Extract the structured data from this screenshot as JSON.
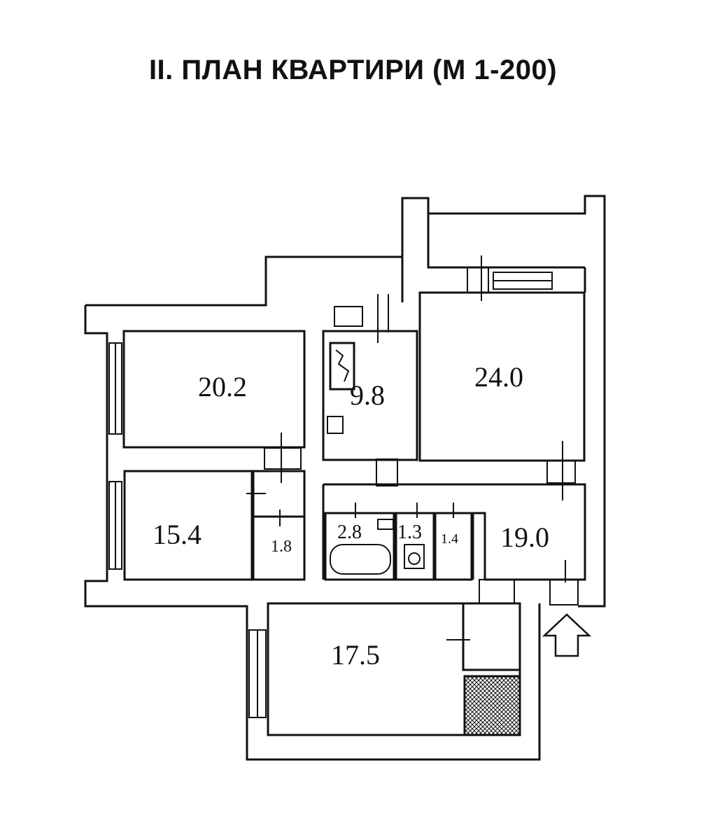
{
  "title": "II. ПЛАН КВАРТИРИ (М 1-200)",
  "rooms": [
    {
      "id": "room-20-2",
      "area": "20.2"
    },
    {
      "id": "room-9-8",
      "area": "9.8"
    },
    {
      "id": "room-24-0",
      "area": "24.0"
    },
    {
      "id": "room-15-4",
      "area": "15.4"
    },
    {
      "id": "room-1-8",
      "area": "1.8"
    },
    {
      "id": "room-2-8",
      "area": "2.8"
    },
    {
      "id": "room-1-3",
      "area": "1.3"
    },
    {
      "id": "room-1-4",
      "area": "1.4"
    },
    {
      "id": "room-19-0",
      "area": "19.0"
    },
    {
      "id": "room-17-5",
      "area": "17.5"
    }
  ],
  "colors": {
    "ink": "#111111",
    "paper": "#ffffff"
  }
}
